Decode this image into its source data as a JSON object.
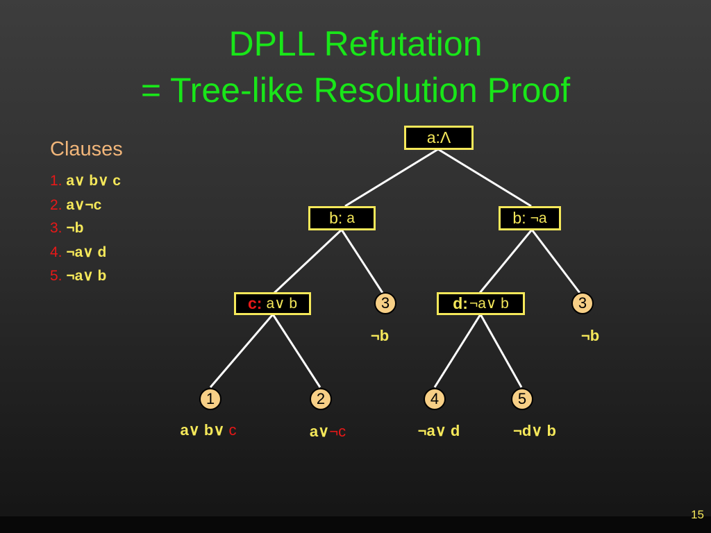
{
  "title": {
    "line1": "DPLL Refutation",
    "line2": "= Tree-like Resolution Proof"
  },
  "clauses": {
    "heading": "Clauses",
    "items": [
      {
        "num": "1.",
        "text": "a∨ b∨ c"
      },
      {
        "num": "2.",
        "text": "a∨¬c"
      },
      {
        "num": "3.",
        "text": "¬b"
      },
      {
        "num": "4.",
        "text": "¬a∨ d"
      },
      {
        "num": "5.",
        "text": "¬a∨ b"
      }
    ]
  },
  "tree": {
    "root": {
      "var": "a:",
      "clause": "Λ"
    },
    "left": {
      "var": "b:",
      "clause": "a"
    },
    "right": {
      "var": "b:",
      "clause": "¬a"
    },
    "left_left": {
      "var": "c:",
      "clause": "a∨ b"
    },
    "right_left": {
      "var": "d:",
      "clause": "¬a∨ b"
    },
    "leaves": [
      {
        "id": "3",
        "label": "¬b"
      },
      {
        "id": "3",
        "label": "¬b"
      },
      {
        "id": "1",
        "label": "a∨ b∨ ",
        "label_red": "c"
      },
      {
        "id": "2",
        "label": "a∨",
        "label_red": "¬c"
      },
      {
        "id": "4",
        "label": "¬a∨ d"
      },
      {
        "id": "5",
        "label": "¬d∨ b"
      }
    ]
  },
  "page_number": "15"
}
